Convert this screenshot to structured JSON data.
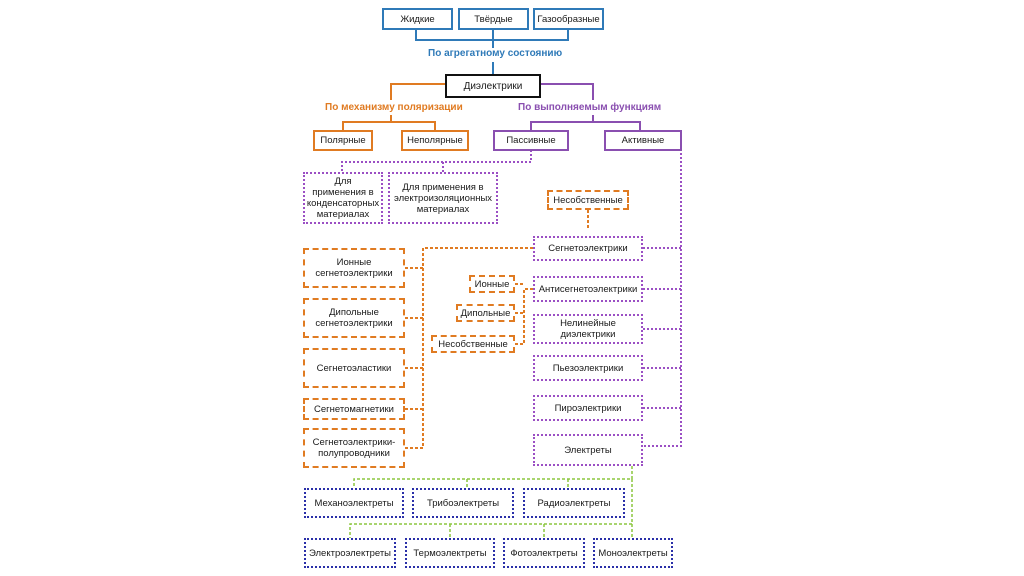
{
  "diagram": {
    "root": "Диэлектрики",
    "by_state": {
      "caption": "По агрегатному состоянию",
      "items": [
        "Жидкие",
        "Твёрдые",
        "Газообразные"
      ]
    },
    "by_polarization": {
      "caption": "По механизму поляризации",
      "items": [
        "Полярные",
        "Неполярные"
      ]
    },
    "by_function": {
      "caption": "По выполняемым функциям",
      "items": [
        "Пассивные",
        "Активные"
      ]
    },
    "passive_children": [
      "Для применения в конденсаторных материалах",
      "Для применения в электроизоляционных материалах"
    ],
    "ferro_left": [
      "Ионные сегнетоэлектрики",
      "Дипольные сегнетоэлектрики",
      "Сегнетоэластики",
      "Сегнетомагнетики",
      "Сегнетоэлектрики-полупроводники"
    ],
    "antiferro_types": [
      "Ионные",
      "Дипольные",
      "Несобственные"
    ],
    "nonintrinsic_top": "Несобственные",
    "active_children": [
      "Сегнетоэлектрики",
      "Антисегнетоэлектрики",
      "Нелинейные диэлектрики",
      "Пьезоэлектрики",
      "Пироэлектрики",
      "Электреты"
    ],
    "electrets_row1": [
      "Механоэлектреты",
      "Трибоэлектреты",
      "Радиоэлектреты"
    ],
    "electrets_row2": [
      "Электроэлектреты",
      "Термоэлектреты",
      "Фотоэлектреты",
      "Моноэлектреты"
    ]
  }
}
